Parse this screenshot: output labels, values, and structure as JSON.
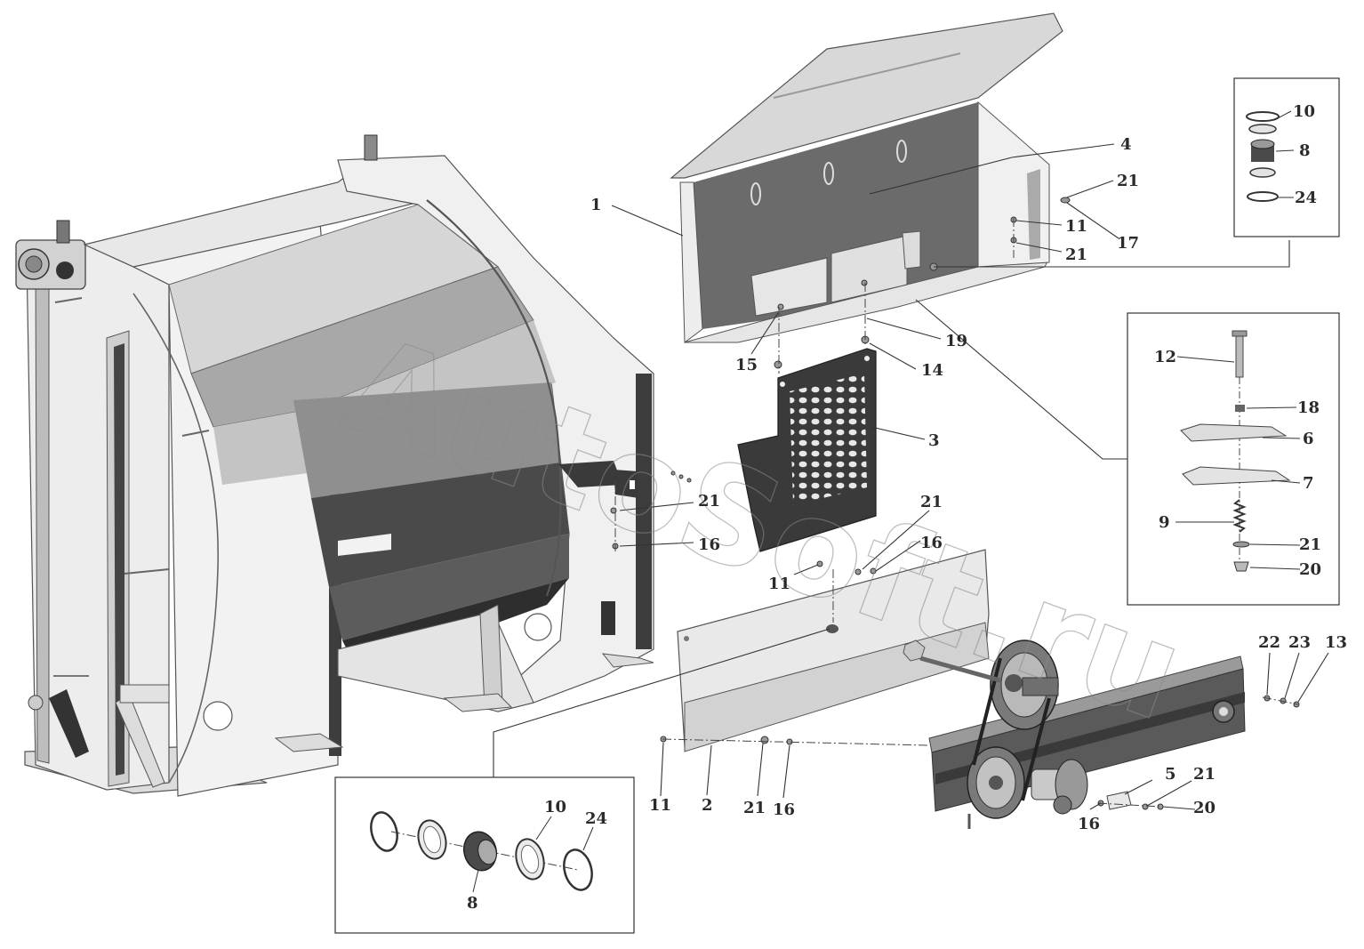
{
  "watermark": "AutoSoft.ru",
  "labels": {
    "main": {
      "l1": "1",
      "l2": "2",
      "l3": "3",
      "l4": "4",
      "l5": "5",
      "l11a": "11",
      "l11b": "11",
      "l11c": "11",
      "l13": "13",
      "l14": "14",
      "l15": "15",
      "l16a": "16",
      "l16b": "16",
      "l16c": "16",
      "l16d": "16",
      "l17": "17",
      "l19": "19",
      "l20": "20",
      "l21a": "21",
      "l21b": "21",
      "l21c": "21",
      "l21d": "21",
      "l21e": "21",
      "l21f": "21",
      "l22": "22",
      "l23": "23"
    },
    "detail_top": {
      "l10": "10",
      "l8": "8",
      "l24": "24"
    },
    "detail_right": {
      "l12": "12",
      "l18": "18",
      "l6": "6",
      "l7": "7",
      "l9": "9",
      "l21": "21",
      "l20": "20"
    },
    "detail_bottom": {
      "l10": "10",
      "l24": "24",
      "l8": "8"
    }
  }
}
